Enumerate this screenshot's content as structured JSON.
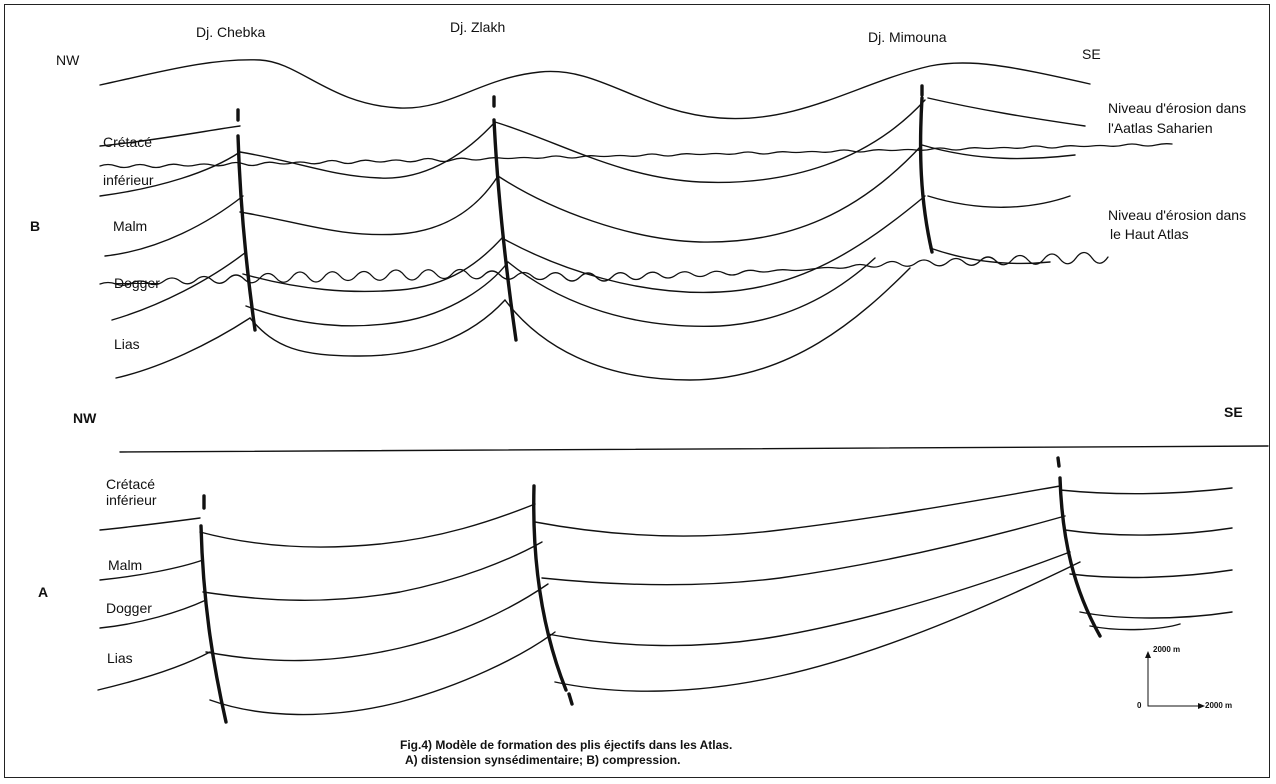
{
  "mountains": {
    "chebka": "Dj. Chebka",
    "zlakh": "Dj. Zlakh",
    "mimouna": "Dj. Mimouna"
  },
  "section_b": {
    "label": "B",
    "nw": "NW",
    "se": "SE",
    "layers": {
      "cretace_1": "Crétacé",
      "cretace_2": "inférieur",
      "malm": "Malm",
      "dogger": "Dogger",
      "lias": "Lias"
    },
    "erosion_saharien_1": "Niveau d'érosion dans",
    "erosion_saharien_2": "l'Aatlas Saharien",
    "erosion_haut_1": "Niveau d'érosion dans",
    "erosion_haut_2": "le Haut Atlas"
  },
  "section_a": {
    "label": "A",
    "nw": "NW",
    "se": "SE",
    "layers": {
      "cretace_1": "Crétacé",
      "cretace_2": "inférieur",
      "malm": "Malm",
      "dogger": "Dogger",
      "lias": "Lias"
    }
  },
  "scale": {
    "vertical": "2000 m",
    "horizontal": "2000 m",
    "origin": "0"
  },
  "caption": {
    "line1": "Fig.4) Modèle de formation des plis éjectifs dans les Atlas.",
    "line2": "A) distension synsédimentaire; B) compression."
  }
}
